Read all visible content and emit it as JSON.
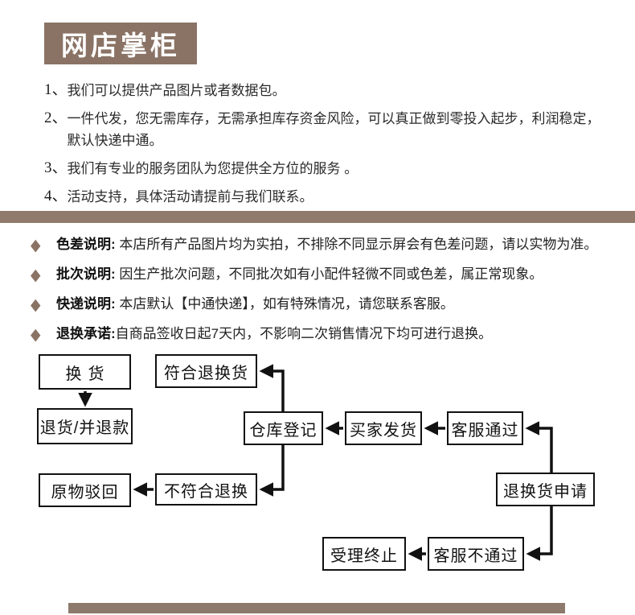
{
  "theme": {
    "brand_brown": "#8a7365",
    "divider_brown": "#907a6b",
    "bottom_bar_brown": "#8d7a6d",
    "flow_border_color": "#111111",
    "text_color": "#222222"
  },
  "header": {
    "title": "网店掌柜"
  },
  "intro": {
    "items": [
      {
        "num": "1、",
        "text": "我们可以提供产品图片或者数据包。"
      },
      {
        "num": "2、",
        "text": "一件代发，您无需库存，无需承担库存资金风险，可以真正做到零投入起步，利润稳定，默认快递中通。"
      },
      {
        "num": "3、",
        "text": "我们有专业的服务团队为您提供全方位的服务 。"
      },
      {
        "num": "4、",
        "text": "活动支持，具体活动请提前与我们联系。"
      }
    ]
  },
  "notices": {
    "bullet": "◆",
    "items": [
      {
        "title": "色差说明:",
        "text": " 本店所有产品图片均为实拍，不排除不同显示屏会有色差问题，请以实物为准。"
      },
      {
        "title": "批次说明:",
        "text": " 因生产批次问题，不同批次如有小配件轻微不同或色差，属正常现象。"
      },
      {
        "title": "快递说明:",
        "text": " 本店默认【中通快递】，如有特殊情况，请您联系客服。"
      },
      {
        "title": "退换承诺:",
        "text": "自商品签收日起7天内，不影响二次销售情况下均可进行退换。"
      }
    ]
  },
  "flowchart": {
    "nodes": [
      {
        "label": "换货"
      },
      {
        "label": "符合退换货"
      },
      {
        "label": "退货/并退款"
      },
      {
        "label": "仓库登记"
      },
      {
        "label": "买家发货"
      },
      {
        "label": "客服通过"
      },
      {
        "label": "原物驳回"
      },
      {
        "label": "不符合退换"
      },
      {
        "label": "退换货申请"
      },
      {
        "label": "受理终止"
      },
      {
        "label": "客服不通过"
      }
    ],
    "edges": [
      {
        "from": "换货",
        "to": "退货/并退款"
      },
      {
        "from": "退换货申请",
        "to": "客服通过"
      },
      {
        "from": "客服通过",
        "to": "买家发货"
      },
      {
        "from": "买家发货",
        "to": "仓库登记"
      },
      {
        "from": "仓库登记",
        "to": "符合退换货"
      },
      {
        "from": "仓库登记",
        "to": "不符合退换"
      },
      {
        "from": "不符合退换",
        "to": "原物驳回"
      },
      {
        "from": "退换货申请",
        "to": "客服不通过"
      },
      {
        "from": "客服不通过",
        "to": "受理终止"
      }
    ]
  }
}
